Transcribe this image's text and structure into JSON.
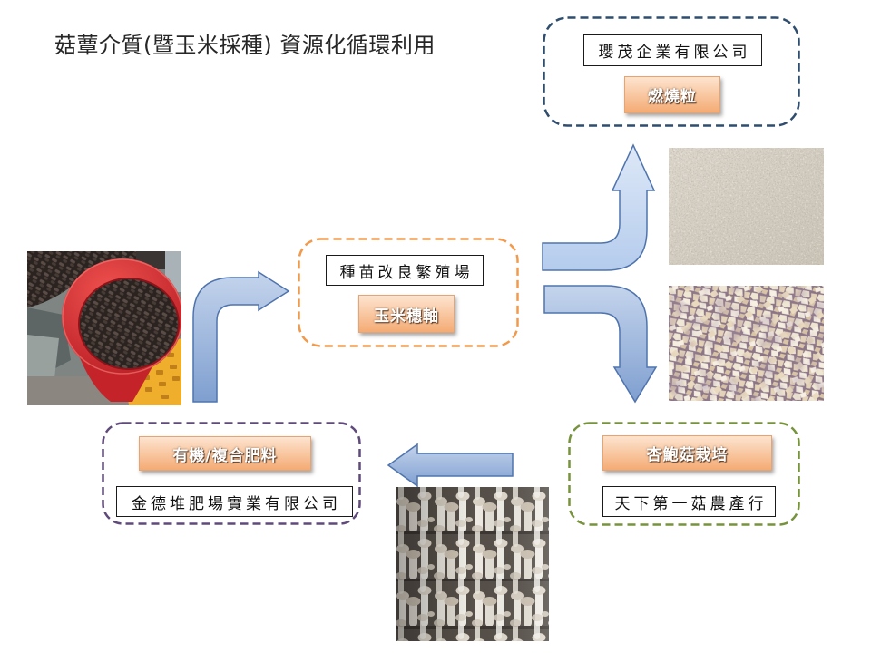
{
  "title": "菇蕈介質(暨玉米採種) 資源化循環利用",
  "nodes": {
    "burning_pellets": {
      "company": "瓔茂企業有限公司",
      "product": "燃燒粒",
      "frame_color": "#2f4d6e"
    },
    "seed_station": {
      "company": "種苗改良繁殖場",
      "product": "玉米穗軸",
      "frame_color": "#f29a4b"
    },
    "mushroom_farm": {
      "company": "天下第一菇農產行",
      "product": "杏鮑菇栽培",
      "frame_color": "#77933c"
    },
    "compost_plant": {
      "company": "金德堆肥場實業有限公司",
      "product": "有機/複合肥料",
      "frame_color": "#5f4a7b"
    }
  },
  "colors": {
    "arrow_light_top": "#dde8f7",
    "arrow_light_bottom": "#b5cced",
    "arrow_dark_top": "#c4d4ec",
    "arrow_dark_bottom": "#7f9fd0",
    "arrow_stroke": "#4f74ad",
    "badge_top": "#fde4cf",
    "badge_bottom": "#f4ab74",
    "badge_border": "#e6a472"
  }
}
